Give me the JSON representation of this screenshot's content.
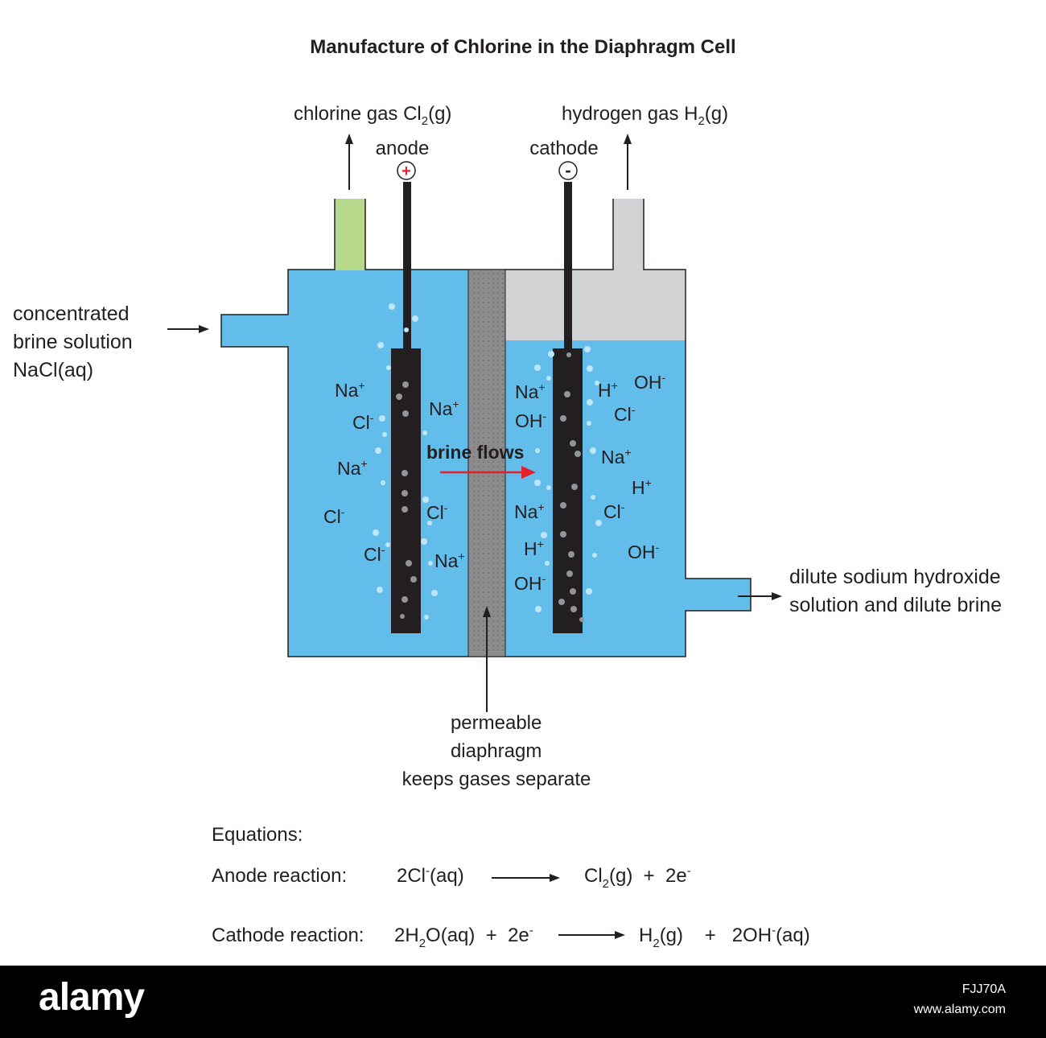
{
  "title": "Manufacture of Chlorine in the Diaphragm Cell",
  "gases": {
    "chlorine": {
      "text": "chlorine gas  Cl",
      "sub": "2",
      "tail": "(g)"
    },
    "hydrogen": {
      "text": "hydrogen gas  H",
      "sub": "2",
      "tail": "(g)"
    }
  },
  "electrodes": {
    "anode": {
      "label": "anode",
      "sign": "+"
    },
    "cathode": {
      "label": "cathode",
      "sign": "-"
    }
  },
  "inlet": {
    "line1": "concentrated",
    "line2": "brine solution",
    "line3": "NaCl(aq)"
  },
  "outlet": {
    "line1": "dilute sodium hydroxide",
    "line2": "solution and dilute brine"
  },
  "flow_label": "brine flows",
  "diaphragm": {
    "line1": "permeable",
    "line2": "diaphragm",
    "line3": "keeps gases separate"
  },
  "ions": [
    {
      "base": "Na",
      "sup": "+"
    },
    {
      "base": "Cl",
      "sup": "-"
    },
    {
      "base": "Na",
      "sup": "+"
    },
    {
      "base": "Cl",
      "sup": "-"
    },
    {
      "base": "Cl",
      "sup": "-"
    },
    {
      "base": "Na",
      "sup": "+"
    },
    {
      "base": "Cl",
      "sup": "-"
    },
    {
      "base": "Na",
      "sup": "+"
    },
    {
      "base": "Na",
      "sup": "+"
    },
    {
      "base": "OH",
      "sup": "-"
    },
    {
      "base": "Na",
      "sup": "+"
    },
    {
      "base": "H",
      "sup": "+"
    },
    {
      "base": "OH",
      "sup": "-"
    },
    {
      "base": "H",
      "sup": "+"
    },
    {
      "base": "OH",
      "sup": "-"
    },
    {
      "base": "Cl",
      "sup": "-"
    },
    {
      "base": "Na",
      "sup": "+"
    },
    {
      "base": "H",
      "sup": "+"
    },
    {
      "base": "Cl",
      "sup": "-"
    },
    {
      "base": "OH",
      "sup": "-"
    }
  ],
  "equations": {
    "heading": "Equations:",
    "anode": {
      "label": "Anode reaction:",
      "reactant": [
        {
          "t": "2Cl"
        },
        {
          "sup": "-"
        },
        {
          "t": "(aq)"
        }
      ],
      "product": [
        {
          "t": "Cl"
        },
        {
          "sub": "2"
        },
        {
          "t": "(g)  +  2e"
        },
        {
          "sup": "-"
        }
      ]
    },
    "cathode": {
      "label": "Cathode reaction:",
      "reactant": [
        {
          "t": "2H"
        },
        {
          "sub": "2"
        },
        {
          "t": "O(aq)  +  2e"
        },
        {
          "sup": "-"
        }
      ],
      "product": [
        {
          "t": "H"
        },
        {
          "sub": "2"
        },
        {
          "t": "(g)    +   2OH"
        },
        {
          "sup": "-"
        },
        {
          "t": "(aq)"
        }
      ]
    }
  },
  "footer": {
    "logo": "alamy",
    "id": "FJJ70A",
    "url": "www.alamy.com"
  },
  "colors": {
    "brine": "#62bdea",
    "chlorine_pipe": "#b5d88a",
    "hydrogen_space": "#d1d3d4",
    "electrode": "#231f20",
    "diaphragm": "#8c8c8c",
    "flow_arrow": "#e4202d",
    "bubble": "#bfe6fa",
    "outline": "#231f20"
  }
}
